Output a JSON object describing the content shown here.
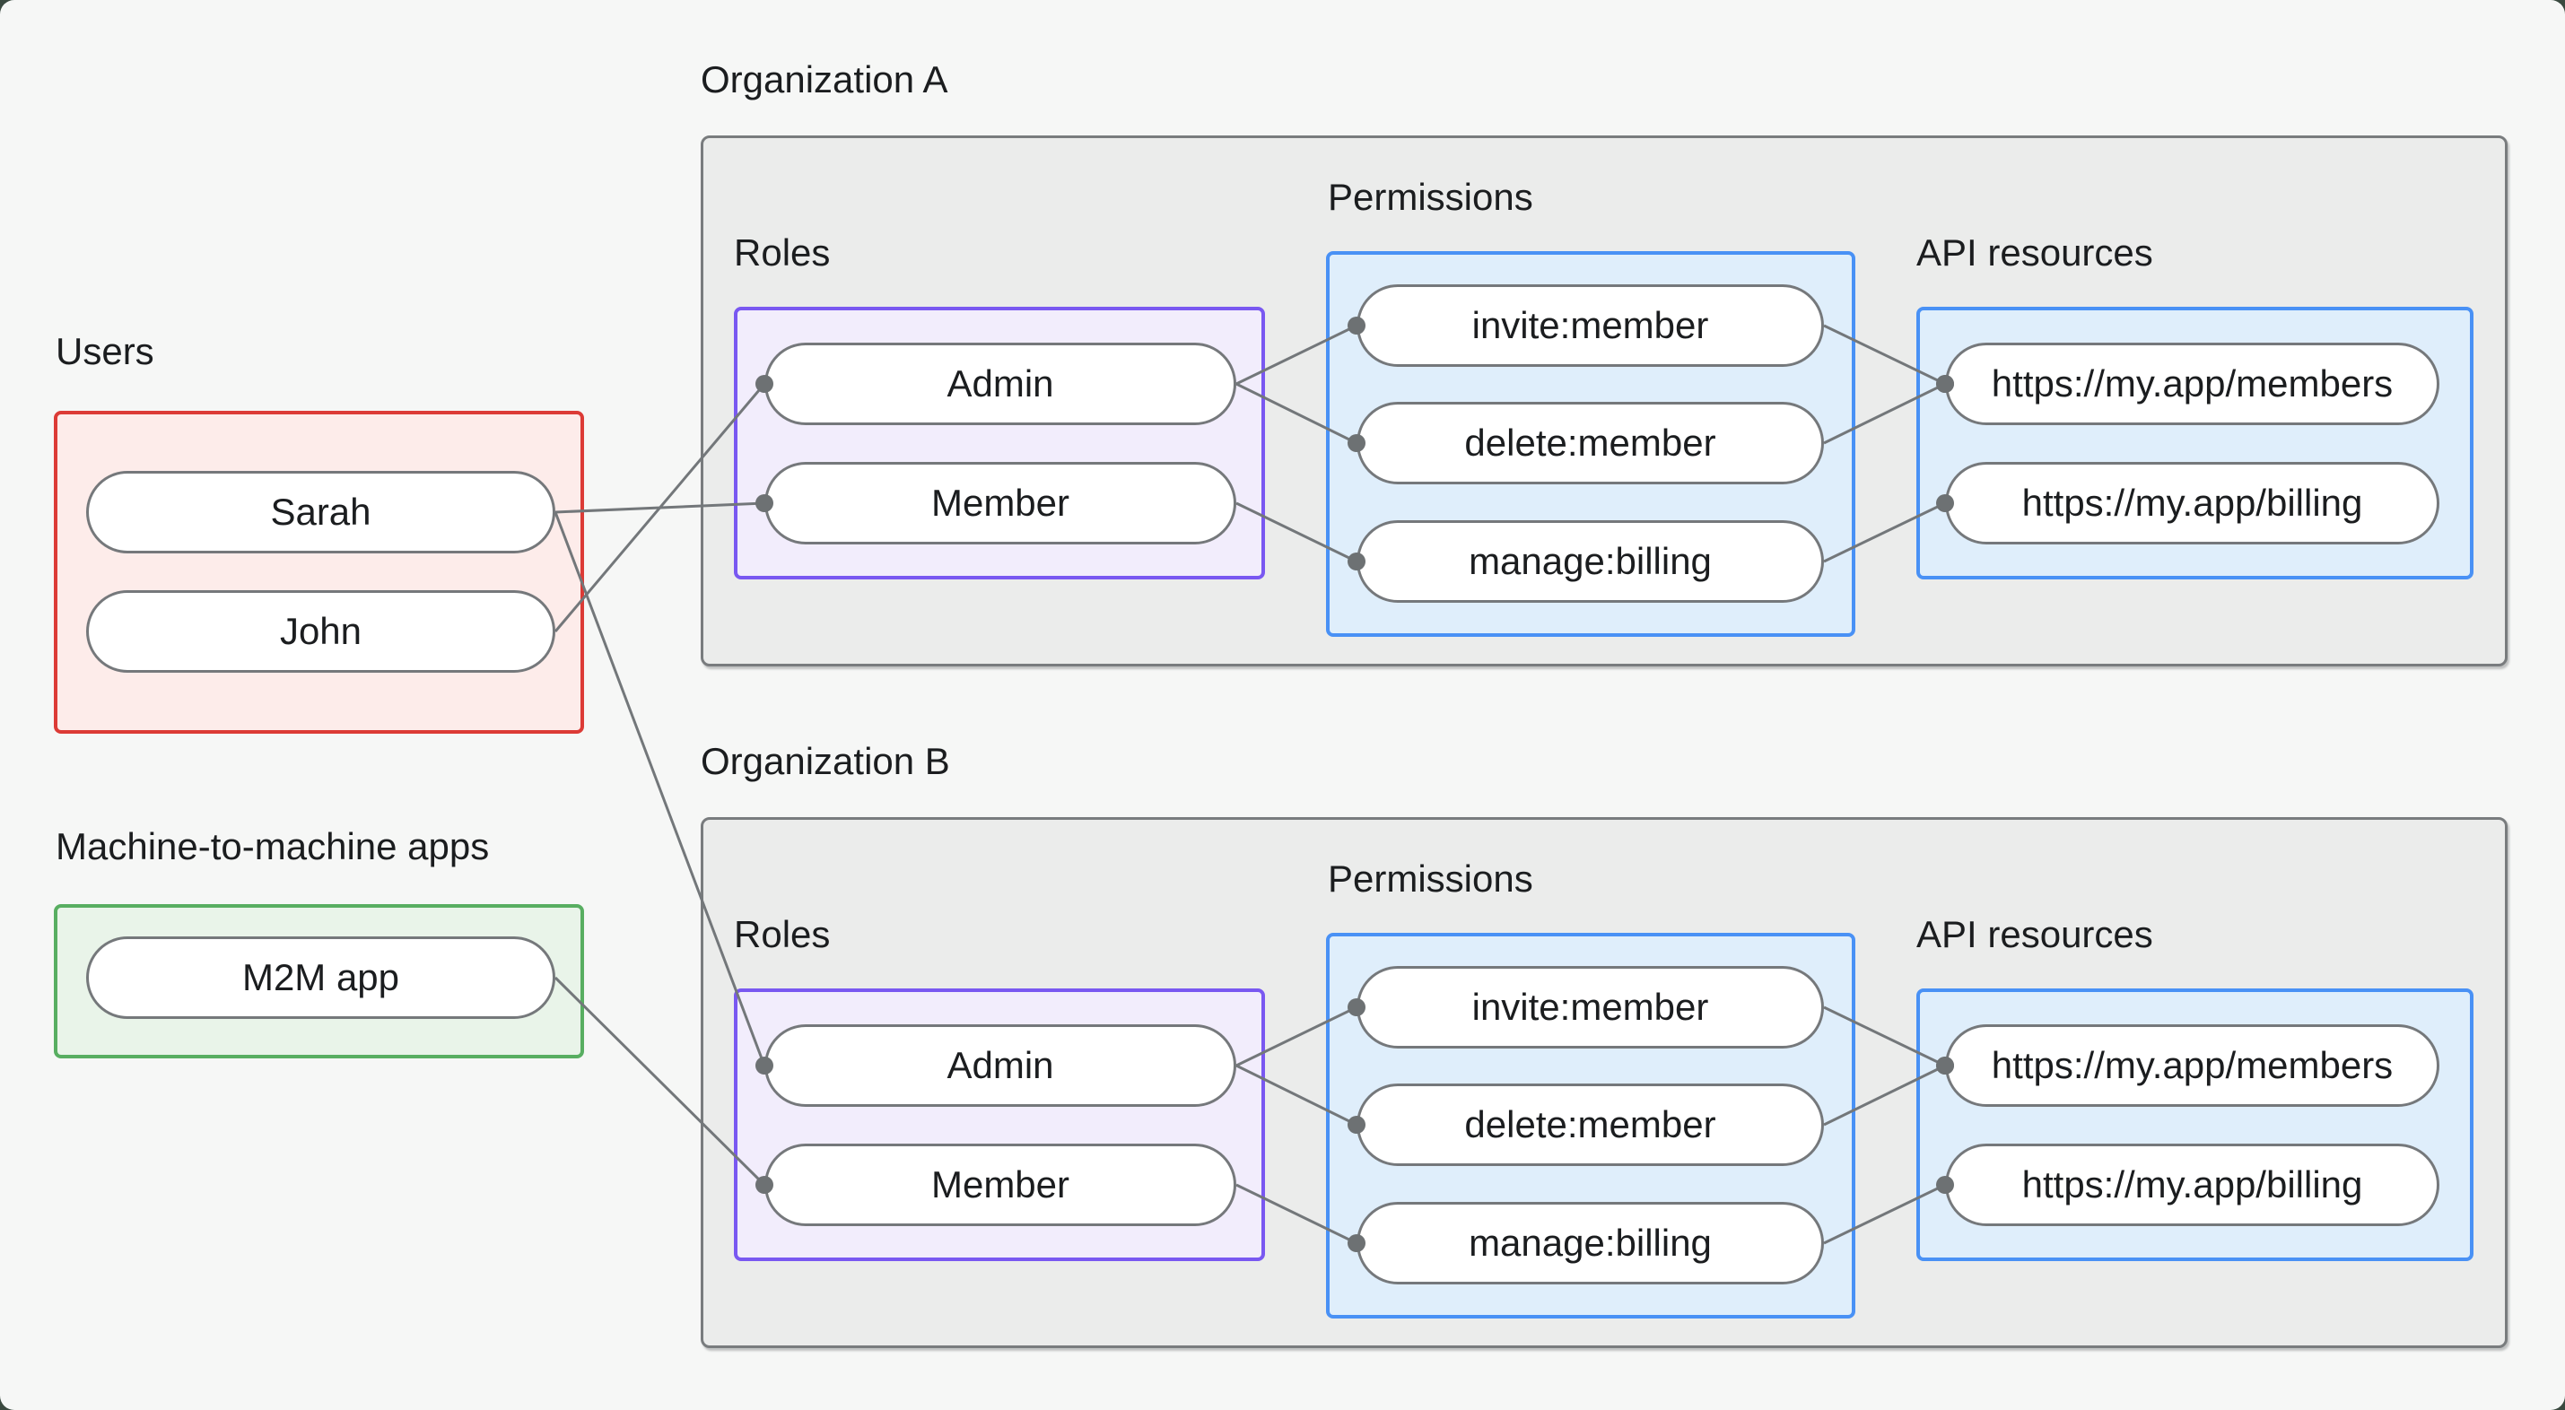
{
  "users": {
    "label": "Users",
    "items": [
      "Sarah",
      "John"
    ]
  },
  "m2m": {
    "label": "Machine-to-machine apps",
    "items": [
      "M2M app"
    ]
  },
  "orgs": [
    {
      "name": "Organization A",
      "roles_title": "Roles",
      "roles": [
        "Admin",
        "Member"
      ],
      "permissions_title": "Permissions",
      "permissions": [
        "invite:member",
        "delete:member",
        "manage:billing"
      ],
      "api_title": "API resources",
      "api_resources": [
        "https://my.app/members",
        "https://my.app/billing"
      ]
    },
    {
      "name": "Organization B",
      "roles_title": "Roles",
      "roles": [
        "Admin",
        "Member"
      ],
      "permissions_title": "Permissions",
      "permissions": [
        "invite:member",
        "delete:member",
        "manage:billing"
      ],
      "api_title": "API resources",
      "api_resources": [
        "https://my.app/members",
        "https://my.app/billing"
      ]
    }
  ],
  "edges": [
    {
      "from": "user-sarah",
      "to": "org-a-role-member"
    },
    {
      "from": "user-sarah",
      "to": "org-b-role-admin"
    },
    {
      "from": "user-john",
      "to": "org-a-role-admin"
    },
    {
      "from": "m2m-app",
      "to": "org-b-role-member"
    },
    {
      "from": "org-a-role-admin",
      "to": "org-a-perm-invite"
    },
    {
      "from": "org-a-role-admin",
      "to": "org-a-perm-delete"
    },
    {
      "from": "org-a-role-member",
      "to": "org-a-perm-manage"
    },
    {
      "from": "org-a-perm-invite",
      "to": "org-a-api-members"
    },
    {
      "from": "org-a-perm-delete",
      "to": "org-a-api-members"
    },
    {
      "from": "org-a-perm-manage",
      "to": "org-a-api-billing"
    },
    {
      "from": "org-b-role-admin",
      "to": "org-b-perm-invite"
    },
    {
      "from": "org-b-role-admin",
      "to": "org-b-perm-delete"
    },
    {
      "from": "org-b-role-member",
      "to": "org-b-perm-manage"
    },
    {
      "from": "org-b-perm-invite",
      "to": "org-b-api-members"
    },
    {
      "from": "org-b-perm-delete",
      "to": "org-b-api-members"
    },
    {
      "from": "org-b-perm-manage",
      "to": "org-b-api-billing"
    }
  ],
  "colors": {
    "canvas_bg": "#f6f7f6",
    "org_box_bg": "#ebeceb",
    "org_box_border": "#797c7e",
    "users_box_bg": "#fdecea",
    "users_box_border": "#dc3b36",
    "m2m_box_bg": "#e9f4e9",
    "m2m_box_border": "#58ae61",
    "roles_box_bg": "#f2edfc",
    "roles_box_border": "#7958f1",
    "blue_box_bg": "#dfeefb",
    "blue_box_border": "#4991f5",
    "pill_bg": "#ffffff",
    "pill_border": "#75787b",
    "line": "#73777a",
    "dot": "#6d7173",
    "text": "#1b1d1f"
  }
}
